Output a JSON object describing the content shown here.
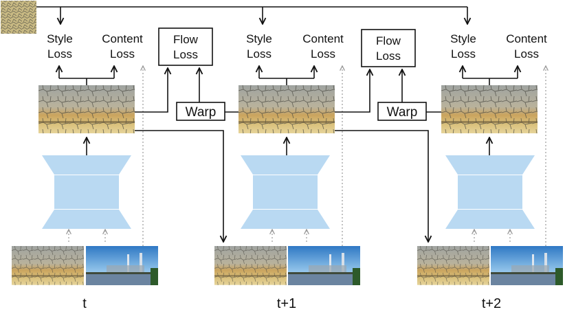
{
  "colors": {
    "network": "#b9d9f2",
    "arrow": "#111111",
    "arrow_gray": "#9a9a9a"
  },
  "timesteps": [
    {
      "time_label": "t",
      "style_loss": [
        "Style",
        "Loss"
      ],
      "content_loss": [
        "Content",
        "Loss"
      ]
    },
    {
      "time_label": "t+1",
      "style_loss": [
        "Style",
        "Loss"
      ],
      "content_loss": [
        "Content",
        "Loss"
      ],
      "flow_loss": [
        "Flow",
        "Loss"
      ],
      "warp_label": "Warp"
    },
    {
      "time_label": "t+2",
      "style_loss": [
        "Style",
        "Loss"
      ],
      "content_loss": [
        "Content",
        "Loss"
      ],
      "flow_loss": [
        "Flow",
        "Loss"
      ],
      "warp_label": "Warp"
    }
  ]
}
